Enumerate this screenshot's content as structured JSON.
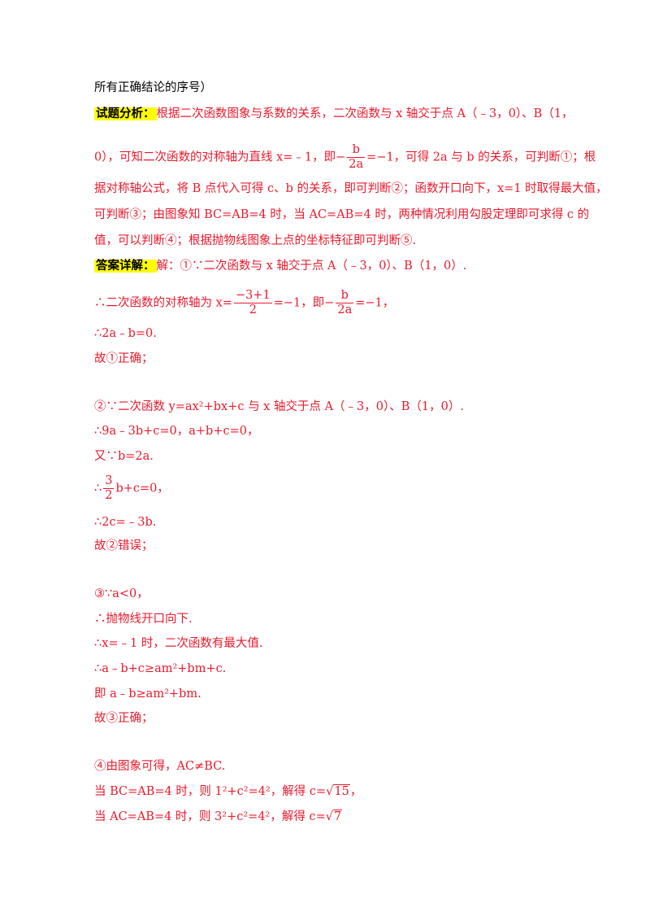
{
  "lines": {
    "l0": "所有正确结论的序号）",
    "l1_tag": "试题分析：",
    "l1": "根据二次函数图象与系数的关系，二次函数与 x 轴交于点 A（﹣3，0）、B（1，",
    "l2a": "0），可知二次函数的对称轴为直线 x=﹣1，即−",
    "l2_num": "b",
    "l2_den": "2a",
    "l2b": "=−1，可得 2a 与 b 的关系，可判断①；根",
    "l3": "据对称轴公式，将 B 点代入可得 c、b 的关系，即可判断②；函数开口向下，x=1 时取得最大值，",
    "l4": "可判断③；由图象知 BC=AB=4 时，当 AC=AB=4 时，两种情况利用勾股定理即可求得 c 的",
    "l5": "值，可以判断④；根据抛物线图象上点的坐标特征即可判断⑤.",
    "l6_tag": "答案详解：",
    "l6": "解：①∵二次函数与 x 轴交于点 A（﹣3，0）、B（1，0）.",
    "l7a": "∴二次函数的对称轴为 x=",
    "l7_num1": "−3+1",
    "l7_den1": "2",
    "l7b": "=−1，即−",
    "l7_num2": "b",
    "l7_den2": "2a",
    "l7c": "=−1，",
    "l8": "∴2a﹣b=0.",
    "l9": "故①正确；",
    "l10": "②∵二次函数 y=ax²+bx+c 与 x 轴交于点 A（﹣3，0）、B（1，0）.",
    "l11": "∴9a﹣3b+c=0，a+b+c=0，",
    "l12": "又∵b=2a.",
    "l13_pre": "∴",
    "l13_num": "3",
    "l13_den": "2",
    "l13b": "b+c=0，",
    "l14": "∴2c=﹣3b.",
    "l15": "故②错误；",
    "l16": "③∵a<0，",
    "l17": "∴抛物线开口向下.",
    "l18": "∴x=﹣1 时，二次函数有最大值.",
    "l19": "∴a﹣b+c≥am²+bm+c.",
    "l20": "即 a﹣b≥am²+bm.",
    "l21": "故③正确；",
    "l22": "④由图象可得，AC≠BC.",
    "l23a": "当 BC=AB=4 时，则 1²+c²=4²，解得 c=√",
    "l23_rad": "15",
    "l23b": "，",
    "l24a": "当 AC=AB=4 时，则 3²+c²=4²，解得 c=√",
    "l24_rad": "7"
  }
}
